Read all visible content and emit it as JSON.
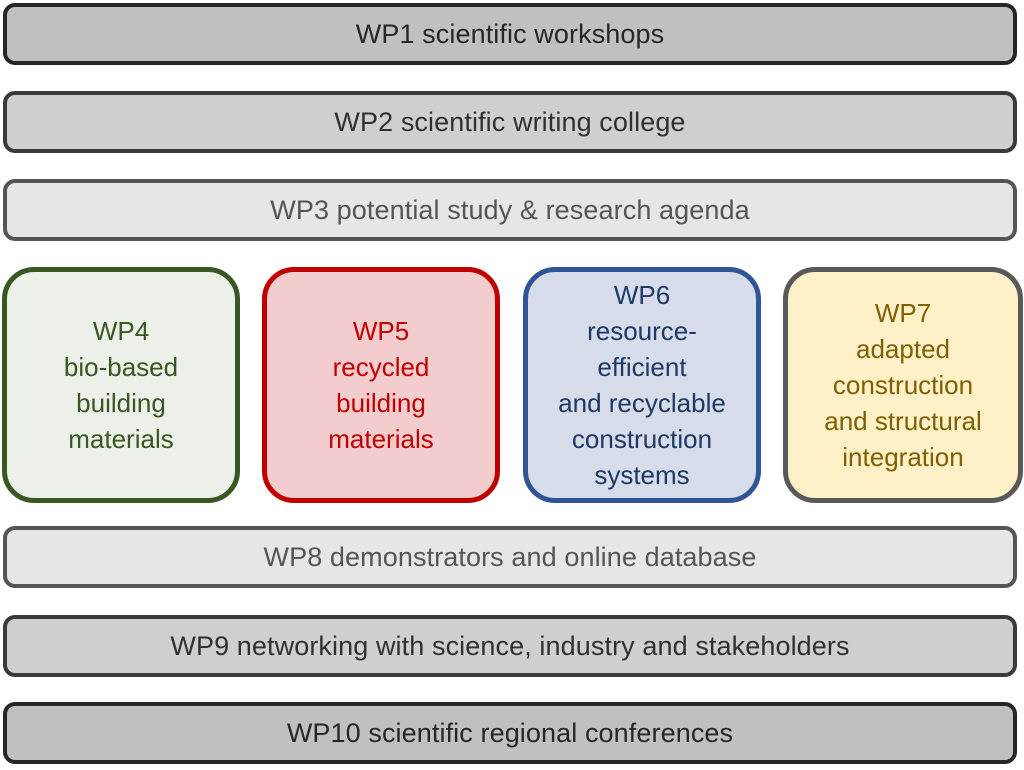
{
  "work_packages": {
    "wp1": {
      "label": "WP1 scientific workshops"
    },
    "wp2": {
      "label": "WP2 scientific writing college"
    },
    "wp3": {
      "label": "WP3 potential study & research agenda"
    },
    "wp4": {
      "label": "WP4\nbio-based\nbuilding\nmaterials"
    },
    "wp5": {
      "label": "WP5\nrecycled\nbuilding\nmaterials"
    },
    "wp6": {
      "label": "WP6\nresource-\nefficient\nand recyclable\nconstruction\nsystems"
    },
    "wp7": {
      "label": "WP7\nadapted\nconstruction\nand structural\nintegration"
    },
    "wp8": {
      "label": "WP8 demonstrators and online database"
    },
    "wp9": {
      "label": "WP9 networking with science, industry and stakeholders"
    },
    "wp10": {
      "label": "WP10 scientific regional conferences"
    }
  },
  "colors": {
    "green": "#385723",
    "red": "#c00000",
    "blue": "#2f5597",
    "gold": "#7f6000",
    "dark_gray": "#262626"
  }
}
